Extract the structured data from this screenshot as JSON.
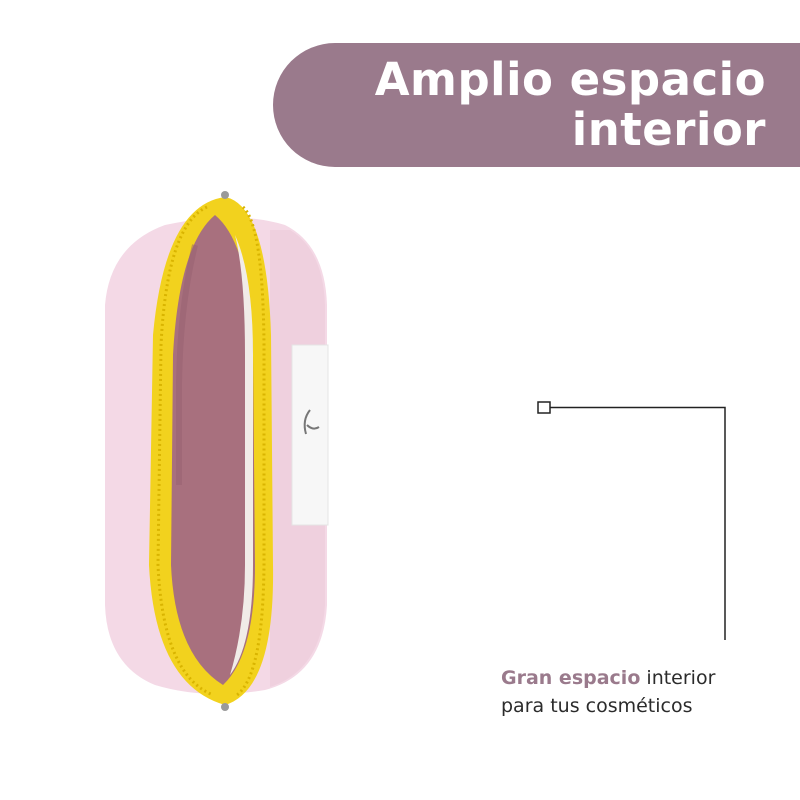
{
  "banner": {
    "line1": "Amplio espacio",
    "line2": "interior"
  },
  "caption": {
    "highlight": "Gran espacio",
    "rest_line1": " interior",
    "line2": "para tus cosméticos"
  },
  "colors": {
    "accent": "#9a7a8c",
    "zipper": "#f2d21e",
    "bag": "#f4d9e6",
    "lining": "#a8707e"
  },
  "product": {
    "icon": "cosmetic-bag-image"
  }
}
